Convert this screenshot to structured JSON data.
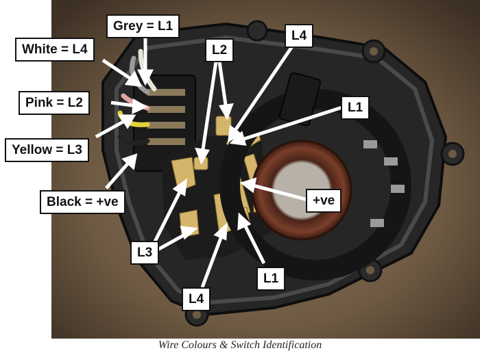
{
  "caption": "Wire Colours & Switch Identification",
  "wire_labels": {
    "white": "White = L4",
    "grey": "Grey = L1",
    "pink": "Pink = L2",
    "yellow": "Yellow = L3",
    "black": "Black = +ve"
  },
  "switch_labels": {
    "l2_top": "L2",
    "l4_top": "L4",
    "l1_right": "L1",
    "plus_ve": "+ve",
    "l3_bottom": "L3",
    "l4_bottom": "L4",
    "l1_bottom": "L1"
  },
  "colors": {
    "background": "#6e5a43",
    "housing": "#262626",
    "contact": "#d4b56a",
    "seal": "#6a3424",
    "callout_fill": "#ffffff",
    "arrow": "#ffffff"
  }
}
